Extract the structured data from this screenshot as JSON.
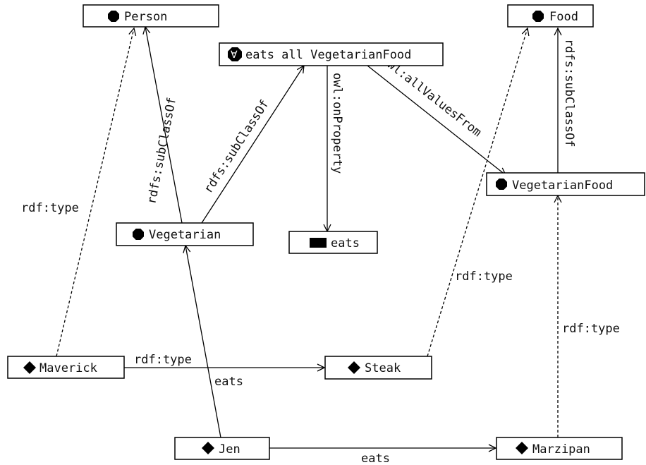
{
  "nodes": {
    "person": {
      "label": "Person",
      "icon": "class-octagon-icon"
    },
    "food": {
      "label": "Food",
      "icon": "class-octagon-icon"
    },
    "restriction": {
      "label": "eats all VegetarianFood",
      "icon": "universal-restriction-icon",
      "icon_glyph": "∀"
    },
    "vegetarian": {
      "label": "Vegetarian",
      "icon": "class-octagon-icon"
    },
    "eats_prop": {
      "label": "eats",
      "icon": "property-rectangle-icon"
    },
    "vegetarianfood": {
      "label": "VegetarianFood",
      "icon": "class-octagon-icon"
    },
    "maverick": {
      "label": "Maverick",
      "icon": "individual-diamond-icon"
    },
    "steak": {
      "label": "Steak",
      "icon": "individual-diamond-icon"
    },
    "jen": {
      "label": "Jen",
      "icon": "individual-diamond-icon"
    },
    "marzipan": {
      "label": "Marzipan",
      "icon": "individual-diamond-icon"
    }
  },
  "edges": {
    "veg_person": "rdfs:subClassOf",
    "veg_restriction": "rdfs:subClassOf",
    "restriction_eats": "owl:onProperty",
    "restriction_vegfood": "owl:allValuesFrom",
    "vegfood_food": "rdfs:subClassOf",
    "maverick_person": "rdf:type",
    "maverick_steak": "rdf:type",
    "jen_vegetarian": "eats",
    "steak_food": "rdf:type",
    "marzipan_vegfood": "rdf:type",
    "jen_marzipan": "eats"
  }
}
